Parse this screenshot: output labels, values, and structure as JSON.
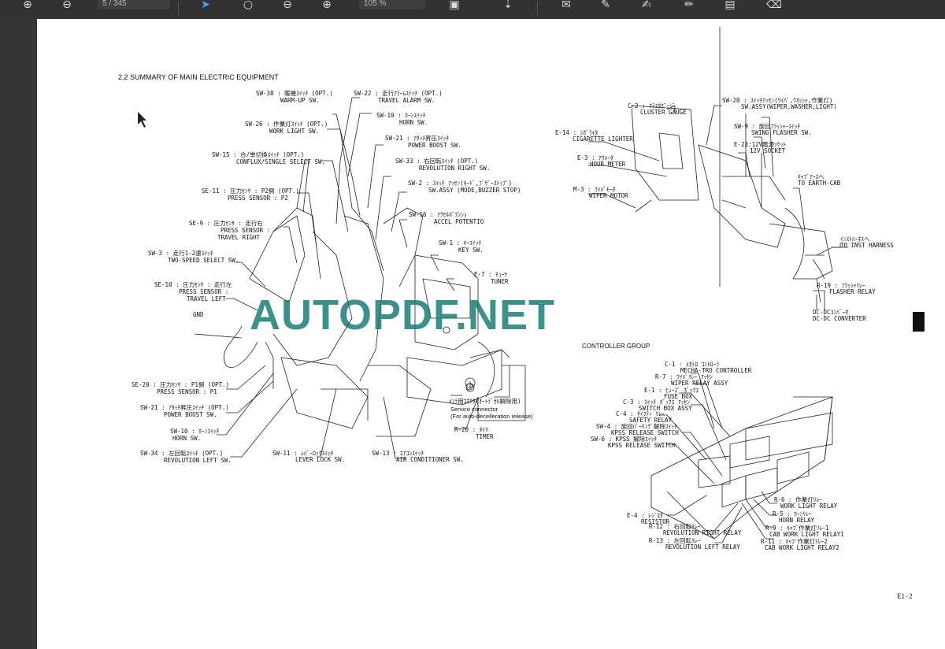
{
  "toolbar": {
    "page_field": "5 / 345",
    "zoom_field": "105 %"
  },
  "document": {
    "section_title": "2.2  SUMMARY OF MAIN ELECTRIC EQUIPMENT",
    "page_number": "E1−2",
    "watermark": "AUTOPDF.NET",
    "controller_group_title": "CONTROLLER GROUP",
    "service_connector_jp": "ﾒﾝﾃ用ｺﾈｸﾀ(ｵｰﾄﾃﾞｾﾙ解除用)",
    "service_connector_en": "Service connector",
    "service_connector_note": "(For auto-decelleration release)"
  },
  "labels_left": [
    {
      "jp": "SW-38 : 暖機ｽｲｯﾁ (OPT.)",
      "en": "WARM-UP SW."
    },
    {
      "jp": "SW-26 : 作業灯ｽｲｯﾁ (OPT.)",
      "en": "WORK LIGHT SW."
    },
    {
      "jp": "SW-15 : 合/単切換ｽｲｯﾁ (OPT.)",
      "en": "CONFLUX/SINGLE SELECT SW."
    },
    {
      "jp": "SE-11 : 圧力ｾﾝｻ : P2側 (OPT.)",
      "en": "PRESS SENSOR : P2"
    },
    {
      "jp": "SE-9 : 圧力ｾﾝｻ : 走行右",
      "en": "PRESS SENSOR :",
      "en2": "TRAVEL RIGHT"
    },
    {
      "jp": "SW-3 : 走行1-2速ｽｲｯﾁ",
      "en": "TWO-SPEED SELECT SW."
    },
    {
      "jp": "SE-10 : 圧力ｾﾝｻ : 走行左",
      "en": "PRESS SENSOR :",
      "en2": "TRAVEL LEFT"
    },
    {
      "jp": "GND",
      "en": ""
    },
    {
      "jp": "SE-20 : 圧力ｾﾝｻ : P1側 (OPT.)",
      "en": "PRESS SENSOR : P1"
    },
    {
      "jp": "SW-21 : ｱﾀｯﾁ昇圧ｽｲｯﾁ (OPT.)",
      "en": "POWER BOOST SW."
    },
    {
      "jp": "SW-10 : ﾎｰﾝｽｲｯﾁ",
      "en": "HORN SW."
    },
    {
      "jp": "SW-34 : 左回転ｽｲｯﾁ (OPT.)",
      "en": "REVOLUTION LEFT SW."
    }
  ],
  "labels_center": [
    {
      "jp": "SW-22 : 走行ｱﾗｰﾑｽｲｯﾁ (OPT.)",
      "en": "TRAVEL ALARM SW."
    },
    {
      "jp": "SW-10 : ﾎｰﾝｽｲｯﾁ",
      "en": "HORN SW."
    },
    {
      "jp": "SW-21 : ｱﾀｯﾁ昇圧ｽｲｯﾁ",
      "en": "POWER BOOST SW."
    },
    {
      "jp": "SW-33 : 右回転ｽｲｯﾁ (OPT.)",
      "en": "REVOLUTION RIGHT SW."
    },
    {
      "jp": "SW-2 : ｽｲｯﾁ ｱｯｾﾝ(ﾓｰﾄﾞ,ﾌﾞｻﾞｰｽﾄｯﾌﾟ)",
      "en": "SW.ASSY (MODE,BUZZER STOP)"
    },
    {
      "jp": "SW-16 : ｱｸｾﾙﾎﾟﾃﾝｼｮ",
      "en": "ACCEL POTENTIO"
    },
    {
      "jp": "SW-1 : ｷｰｽｲｯﾁ",
      "en": "KEY SW."
    },
    {
      "jp": "E-7 : ﾁｭｰﾅ",
      "en": "TUNER"
    },
    {
      "jp": "R-20 : ﾀｲﾏ",
      "en": "TIMER"
    },
    {
      "jp": "SW-11 : ﾚﾊﾞｰﾛｯｸｽｲｯﾁ",
      "en": "LEVER LOCK SW."
    },
    {
      "jp": "SW-13 : ｴｱｺﾝｽｲｯﾁ",
      "en": "AIR CONDITIONER SW."
    }
  ],
  "labels_cab": [
    {
      "jp": "C-2 : ｸﾗｽﾀｹﾞｰｼﾞ",
      "en": "CLUSTER GAUGE"
    },
    {
      "jp": "E-14 : ｼｶﾞﾗｲﾀ",
      "en": "CIGARETTE LIGHTER"
    },
    {
      "jp": "E-3 : ｱﾜﾒｰﾀ",
      "en": "HOUR METER"
    },
    {
      "jp": "M-3 : ﾜｲﾊﾟﾓｰﾀ",
      "en": "WIPER MOTOR"
    },
    {
      "jp": "SW-20 : ｽｲｯﾁｱｯｾﾝ(ﾜｲﾊﾟ,ｳｵｯｼｬ,作業灯)",
      "en": "SW.ASSY(WIPER,WASHER,LIGHT)"
    },
    {
      "jp": "SW-9 : 旋回ﾌﾗｯｼｬｰｽｲｯﾁ",
      "en": "SWING FLASHER SW."
    },
    {
      "jp": "E-23:12V電源ｿｹｯﾄ",
      "en": "12V SOCKET"
    },
    {
      "jp": "ｷｬﾌﾞｱｰｽへ",
      "en": "TO EARTH-CAB"
    },
    {
      "jp": "ｲﾝｽﾄﾊｰﾈｽへ",
      "en": "TO INST HARNESS"
    },
    {
      "jp": "R-19 : ﾌﾗｯｼｬﾘﾚｰ",
      "en": "FLASHER RELAY"
    },
    {
      "jp": "DC-DCｺﾝﾊﾞｰﾀ",
      "en": "DC-DC CONVERTER"
    }
  ],
  "labels_controller": [
    {
      "jp": "C-1 : ﾒｶﾄﾛ ｺﾝﾄﾛｰﾗ",
      "en": "MECHA-TRO CONTROLLER"
    },
    {
      "jp": "R-7 : ﾜｲﾊﾟﾘﾚｰ ｱｯｾﾝ",
      "en": "WIPER RELAY ASSY"
    },
    {
      "jp": "E-1 : ﾋｭｰｽﾞ ﾎﾞｯｸｽ",
      "en": "FUSE BOX"
    },
    {
      "jp": "C-3 : ｽｲｯﾁ ﾎﾞｯｸｽ ｱｯｾﾝ",
      "en": "SWITCH BOX ASSY"
    },
    {
      "jp": "C-4 : ｾｲﾌﾃｨ ﾘﾚｰ",
      "en": "SAFETY RELAY"
    },
    {
      "jp": "SW-4 : 旋回ﾊﾟｰｷﾝｸﾞ解除ｽｲｯﾁ",
      "en": "KPSS RELEASE SWITCH"
    },
    {
      "jp": "SW-6 : KPSS 解除ｽｲｯﾁ",
      "en": "KPSS RELEASE SWITCH"
    },
    {
      "jp": "R-6 : 作業灯ﾘﾚｰ",
      "en": "WORK LIGHT RELAY"
    },
    {
      "jp": "R-5 : ﾎｰﾝﾘﾚｰ",
      "en": "HORN RELAY"
    },
    {
      "jp": "E-4 : ﾚｼﾞｽﾀ",
      "en": "RESISTOR"
    },
    {
      "jp": "R-9 : ｷｬﾌﾞ作業灯ﾘﾚｰ1",
      "en": "CAB WORK LIGHT RELAY1"
    },
    {
      "jp": "R-12 : 右回転ﾘﾚｰ",
      "en": "REVOLUTION RIGHT RELAY"
    },
    {
      "jp": "R-11 : ｷｬﾌﾞ作業灯ﾘﾚｰ2",
      "en": "CAB WORK LIGHT RELAY2"
    },
    {
      "jp": "R-13 : 左回転ﾘﾚｰ",
      "en": "REVOLUTION LEFT RELAY"
    }
  ]
}
